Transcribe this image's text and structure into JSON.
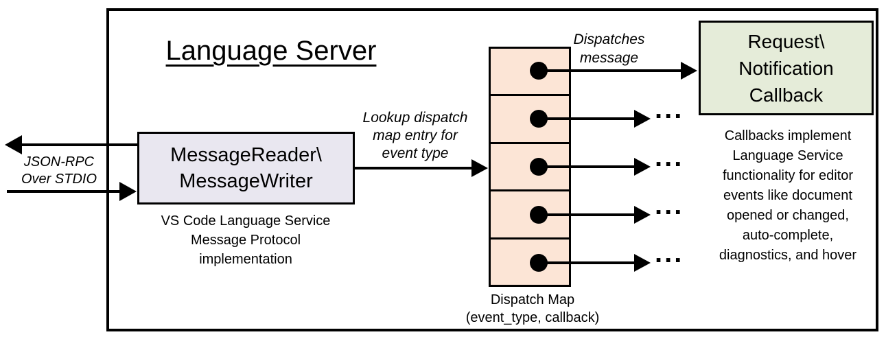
{
  "diagram": {
    "title": "Language Server",
    "colors": {
      "line": "#000000",
      "message_reader_fill": "#e9e7f0",
      "dispatch_map_fill": "#fce5d6",
      "callback_fill": "#e5ecd9",
      "background": "#ffffff"
    }
  },
  "message_reader": {
    "line1": "MessageReader\\",
    "line2": "MessageWriter",
    "caption_line1": "VS Code Language Service",
    "caption_line2": "Message Protocol implementation"
  },
  "stdio": {
    "line1": "JSON-RPC",
    "line2": "Over STDIO"
  },
  "lookup_label": {
    "line1": "Lookup dispatch",
    "line2": "map entry for",
    "line3": "event type"
  },
  "dispatches_label": {
    "line1": "Dispatches",
    "line2": "message"
  },
  "dispatch_map": {
    "caption_line1": "Dispatch Map",
    "caption_line2": "(event_type, callback)",
    "cell_count": 5,
    "ellipsis": "..."
  },
  "callback_box": {
    "line1": "Request\\",
    "line2": "Notification",
    "line3": "Callback"
  },
  "callbacks_note": {
    "line1": "Callbacks implement",
    "line2": "Language Service",
    "line3": "functionality for editor",
    "line4": "events like document",
    "line5": "opened or changed,",
    "line6": "auto-complete,",
    "line7": "diagnostics, and hover"
  }
}
